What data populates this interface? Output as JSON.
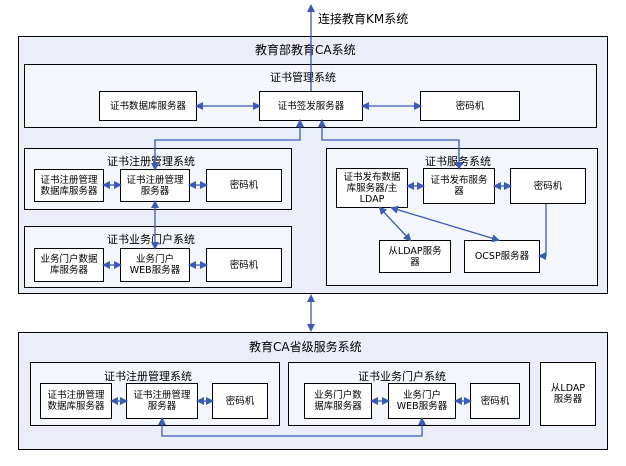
{
  "top_label": "连接教育KM系统",
  "moe_ca": {
    "title": "教育部教育CA系统",
    "cert_mgmt": {
      "title": "证书管理系统",
      "db_server": "证书数据库服务器",
      "issue_server": "证书签发服务器",
      "cipher": "密码机"
    },
    "reg_mgmt": {
      "title": "证书注册管理系统",
      "db_server": "证书注册管理\n数据库服务器",
      "mgmt_server": "证书注册管理\n服务器",
      "cipher": "密码机"
    },
    "portal": {
      "title": "证书业务门户系统",
      "db_server": "业务门户数据\n库服务器",
      "web_server": "业务门户\nWEB服务器",
      "cipher": "密码机"
    },
    "service": {
      "title": "证书服务系统",
      "publish_db": "证书发布数据\n库服务器/主\nLDAP",
      "publish_server": "证书发布服务\n器",
      "cipher": "密码机",
      "slave_ldap": "从LDAP服务\n器",
      "ocsp": "OCSP服务器"
    }
  },
  "prov_ca": {
    "title": "教育CA省级服务系统",
    "reg_mgmt": {
      "title": "证书注册管理系统",
      "db_server": "证书注册管理\n数据库服务器",
      "mgmt_server": "证书注册管理\n服务器",
      "cipher": "密码机"
    },
    "portal": {
      "title": "证书业务门户系统",
      "db_server": "业务门户数\n据库服务器",
      "web_server": "业务门户\nWEB服务器",
      "cipher": "密码机"
    },
    "slave_ldap": "从LDAP\n服务器"
  },
  "colors": {
    "connector": "#3b5bb5",
    "outer_fill": "#e9eef8",
    "inner_fill": "#f3f6fb"
  }
}
